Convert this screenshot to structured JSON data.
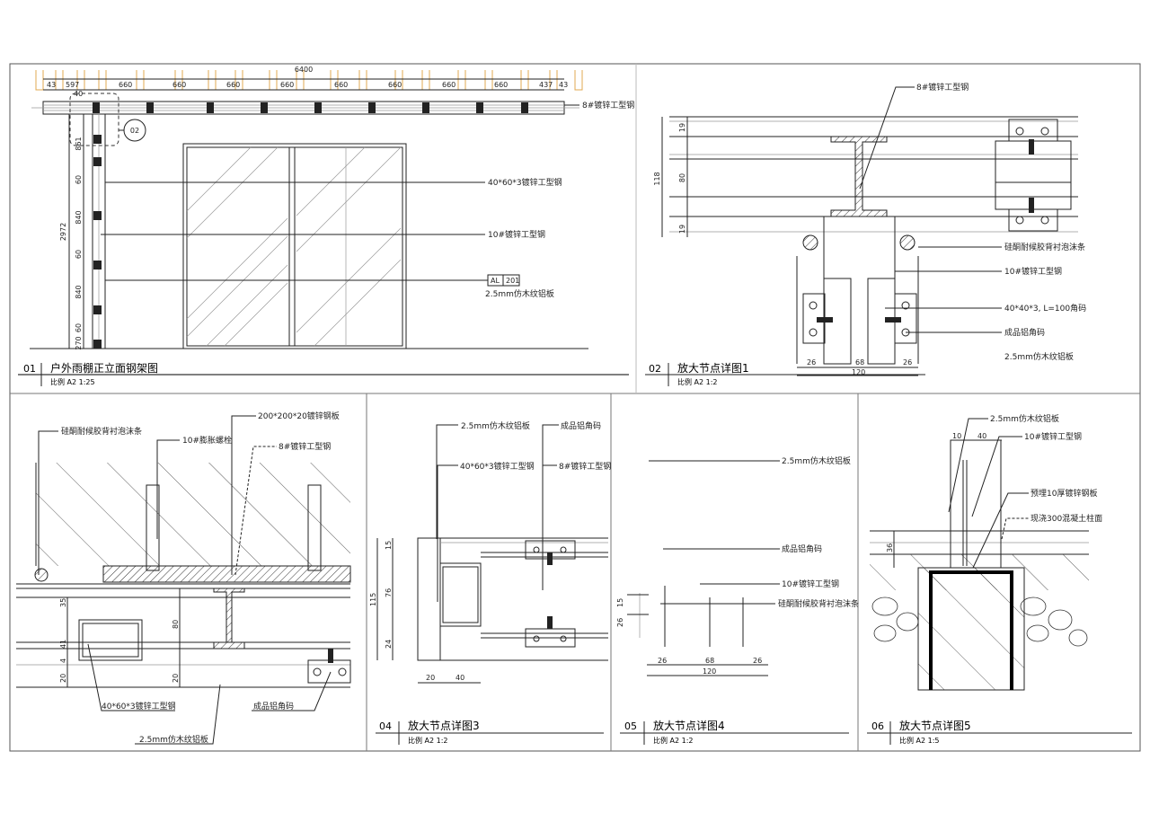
{
  "sheet": {
    "accent": "#e0a850"
  },
  "panels": {
    "p01": {
      "num": "01",
      "title": "户外雨棚正立面钢架图",
      "scale": "比例 A2 1:25",
      "total_width": "6400",
      "top_dims": [
        "43",
        "597",
        "660",
        "660",
        "660",
        "660",
        "660",
        "660",
        "660",
        "660",
        "437",
        "43"
      ],
      "left_total": "2972",
      "left_dims": [
        "861",
        "60",
        "840",
        "60",
        "840",
        "60",
        "270"
      ],
      "small_dim": "40",
      "callout": "02",
      "labels": {
        "beam": "8#镀锌工型钢",
        "tube": "40*60*3镀锌工型钢",
        "channel": "10#镀锌工型钢",
        "panel": "2.5mm仿木纹铝板"
      },
      "tag": {
        "code": "AL",
        "no": "201"
      }
    },
    "p02": {
      "num": "02",
      "title": "放大节点详图1",
      "scale": "比例 A2 1:2",
      "dims_v": [
        "118",
        "19",
        "80",
        "19"
      ],
      "dims_h": [
        "26",
        "68",
        "26",
        "120"
      ],
      "labels": {
        "beam": "8#镀锌工型钢",
        "sealant": "硅酮耐候胶背衬泡沫条",
        "channel": "10#镀锌工型钢",
        "angle": "40*40*3, L=100角码",
        "al_angle": "成品铝角码",
        "panel": "2.5mm仿木纹铝板"
      }
    },
    "p03": {
      "dims": [
        "35",
        "41",
        "4",
        "20",
        "80",
        "20"
      ],
      "labels": {
        "sealant": "硅酮耐候胶背衬泡沫条",
        "bolt": "10#膨胀螺栓",
        "plate": "200*200*20镀锌钢板",
        "beam": "8#镀锌工型钢",
        "tube": "40*60*3镀锌工型钢",
        "al_angle": "成品铝角码",
        "panel": "2.5mm仿木纹铝板"
      }
    },
    "p04": {
      "num": "04",
      "title": "放大节点详图3",
      "scale": "比例 A2 1:2",
      "dims_v": [
        "15",
        "76",
        "24",
        "115"
      ],
      "dims_h": [
        "20",
        "40"
      ],
      "labels": {
        "panel": "2.5mm仿木纹铝板",
        "al_angle": "成品铝角码",
        "tube": "40*60*3镀锌工型钢",
        "beam": "8#镀锌工型钢"
      }
    },
    "p05": {
      "num": "05",
      "title": "放大节点详图4",
      "scale": "比例 A2 1:2",
      "dims_v": [
        "15",
        "26"
      ],
      "dims_h": [
        "26",
        "68",
        "26",
        "120"
      ],
      "labels": {
        "panel": "2.5mm仿木纹铝板",
        "al_angle": "成品铝角码",
        "channel": "10#镀锌工型钢",
        "sealant": "硅酮耐候胶背衬泡沫条"
      }
    },
    "p06": {
      "num": "06",
      "title": "放大节点详图5",
      "scale": "比例 A2 1:5",
      "dims_h": [
        "10",
        "40"
      ],
      "dims_v": [
        "36"
      ],
      "labels": {
        "panel": "2.5mm仿木纹铝板",
        "channel": "10#镀锌工型钢",
        "plate": "预埋10厚镀锌钢板",
        "column": "现浇300混凝土柱面"
      }
    }
  }
}
